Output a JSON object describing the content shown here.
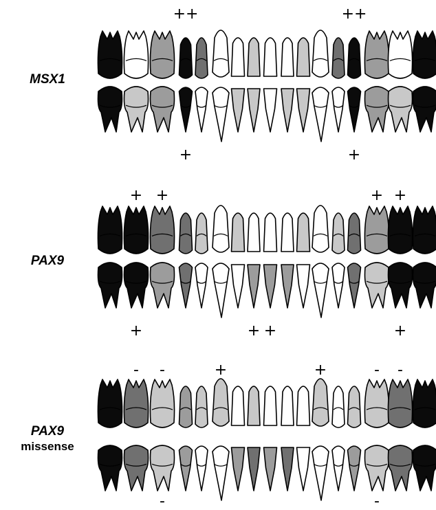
{
  "colors": {
    "black": "#0b0b0b",
    "dark_gray": "#707070",
    "gray": "#9c9c9c",
    "light_gray": "#c8c8c8",
    "white": "#ffffff",
    "outline": "#000000"
  },
  "shade_key": [
    "black",
    "dark_gray",
    "gray",
    "light_gray",
    "white"
  ],
  "panels": [
    {
      "id": "msx1",
      "label_gene": "MSX1",
      "label_sub": "",
      "upper_shades": [
        "black",
        "white",
        "gray",
        "black",
        "dark_gray",
        "white",
        "white",
        "light_gray",
        "white",
        "white",
        "light_gray",
        "white",
        "dark_gray",
        "black",
        "gray",
        "white",
        "black"
      ],
      "lower_shades": [
        "black",
        "light_gray",
        "gray",
        "black",
        "white",
        "white",
        "light_gray",
        "light_gray",
        "white",
        "light_gray",
        "light_gray",
        "white",
        "white",
        "black",
        "gray",
        "light_gray",
        "black"
      ],
      "marks_above": [
        {
          "tooth": 3,
          "text": "++"
        },
        {
          "tooth": 13,
          "text": "++"
        }
      ],
      "marks_below": [
        {
          "tooth": 3,
          "text": "+"
        },
        {
          "tooth": 13,
          "text": "+"
        }
      ]
    },
    {
      "id": "pax9",
      "label_gene": "PAX9",
      "label_sub": "",
      "upper_shades": [
        "black",
        "black",
        "dark_gray",
        "dark_gray",
        "light_gray",
        "white",
        "light_gray",
        "white",
        "white",
        "white",
        "light_gray",
        "white",
        "light_gray",
        "dark_gray",
        "gray",
        "black",
        "black"
      ],
      "lower_shades": [
        "black",
        "black",
        "gray",
        "dark_gray",
        "white",
        "white",
        "white",
        "gray",
        "gray",
        "gray",
        "white",
        "white",
        "white",
        "dark_gray",
        "light_gray",
        "black",
        "black"
      ],
      "marks_above": [
        {
          "tooth": 1,
          "text": "+"
        },
        {
          "tooth": 2,
          "text": "+"
        },
        {
          "tooth": 14,
          "text": "+"
        },
        {
          "tooth": 15,
          "text": "+"
        }
      ],
      "marks_below": [
        {
          "tooth": 1,
          "text": "+"
        },
        {
          "tooth": 7,
          "text": "+"
        },
        {
          "tooth": 8,
          "text": "+"
        },
        {
          "tooth": 15,
          "text": "+"
        }
      ]
    },
    {
      "id": "pax9-missense",
      "label_gene": "PAX9",
      "label_sub": "missense",
      "upper_shades": [
        "black",
        "dark_gray",
        "light_gray",
        "gray",
        "light_gray",
        "light_gray",
        "white",
        "light_gray",
        "white",
        "white",
        "white",
        "light_gray",
        "white",
        "light_gray",
        "light_gray",
        "dark_gray",
        "black"
      ],
      "lower_shades": [
        "black",
        "dark_gray",
        "light_gray",
        "gray",
        "white",
        "white",
        "gray",
        "dark_gray",
        "gray",
        "dark_gray",
        "white",
        "white",
        "white",
        "gray",
        "light_gray",
        "dark_gray",
        "black"
      ],
      "marks_above": [
        {
          "tooth": 1,
          "text": "-"
        },
        {
          "tooth": 2,
          "text": "-"
        },
        {
          "tooth": 5,
          "text": "+"
        },
        {
          "tooth": 11,
          "text": "+"
        },
        {
          "tooth": 14,
          "text": "-"
        },
        {
          "tooth": 15,
          "text": "-"
        }
      ],
      "marks_below": [
        {
          "tooth": 2,
          "text": "-"
        },
        {
          "tooth": 14,
          "text": "-"
        }
      ]
    }
  ]
}
